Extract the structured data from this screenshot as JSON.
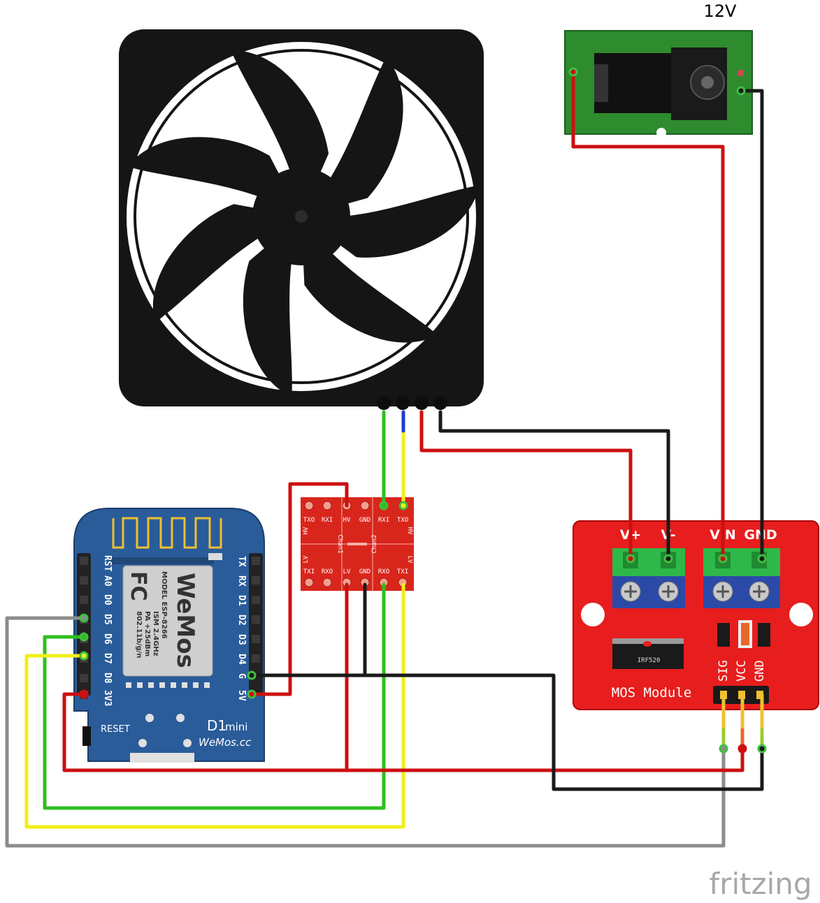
{
  "supply": {
    "label": "12V"
  },
  "fan": {
    "pins": [
      "green",
      "blue",
      "red",
      "black"
    ]
  },
  "level_shifter": {
    "top_labels": [
      "TXO",
      "RXI",
      "HV",
      "GND",
      "RXI",
      "TXO"
    ],
    "bottom_labels": [
      "TXI",
      "RXO",
      "LV",
      "GND",
      "RXO",
      "TXI"
    ],
    "chan1": "Chan1",
    "chan2": "Chan2",
    "hv": "HV",
    "lv": "LV"
  },
  "mos_module": {
    "terminal_labels": [
      "V+",
      "V-",
      "VIN",
      "GND"
    ],
    "chip_label": "IRF520",
    "title": "MOS Module",
    "header_labels": [
      "SIG",
      "VCC",
      "GND"
    ]
  },
  "d1mini": {
    "left_pins": [
      "RST",
      "A0",
      "D0",
      "D5",
      "D6",
      "D7",
      "D8",
      "3V3"
    ],
    "right_pins": [
      "TX",
      "RX",
      "D1",
      "D2",
      "D3",
      "D4",
      "G",
      "5V"
    ],
    "module_brand": "WeMos",
    "model_label": "MODEL ESP-8266",
    "ism_label": "ISM 2.4GHz",
    "pa_label": "PA +25dBm",
    "wifi_label": "802.11b/g/n",
    "fcc": "FC",
    "reset_label": "RESET",
    "board_name": "D1",
    "board_sub": "mini",
    "website": "WeMos.cc"
  },
  "watermark": "fritzing",
  "colors": {
    "wire_red": "#cc1010",
    "wire_black": "#1a1a1a",
    "wire_green": "#2fbf1f",
    "wire_yellow": "#f0ef1a",
    "wire_gray": "#8c8c8c",
    "board_blue": "#2a5c9a",
    "mos_red": "#e81d1d",
    "shifter_red": "#d9261c",
    "jack_green": "#2e8b2e"
  }
}
